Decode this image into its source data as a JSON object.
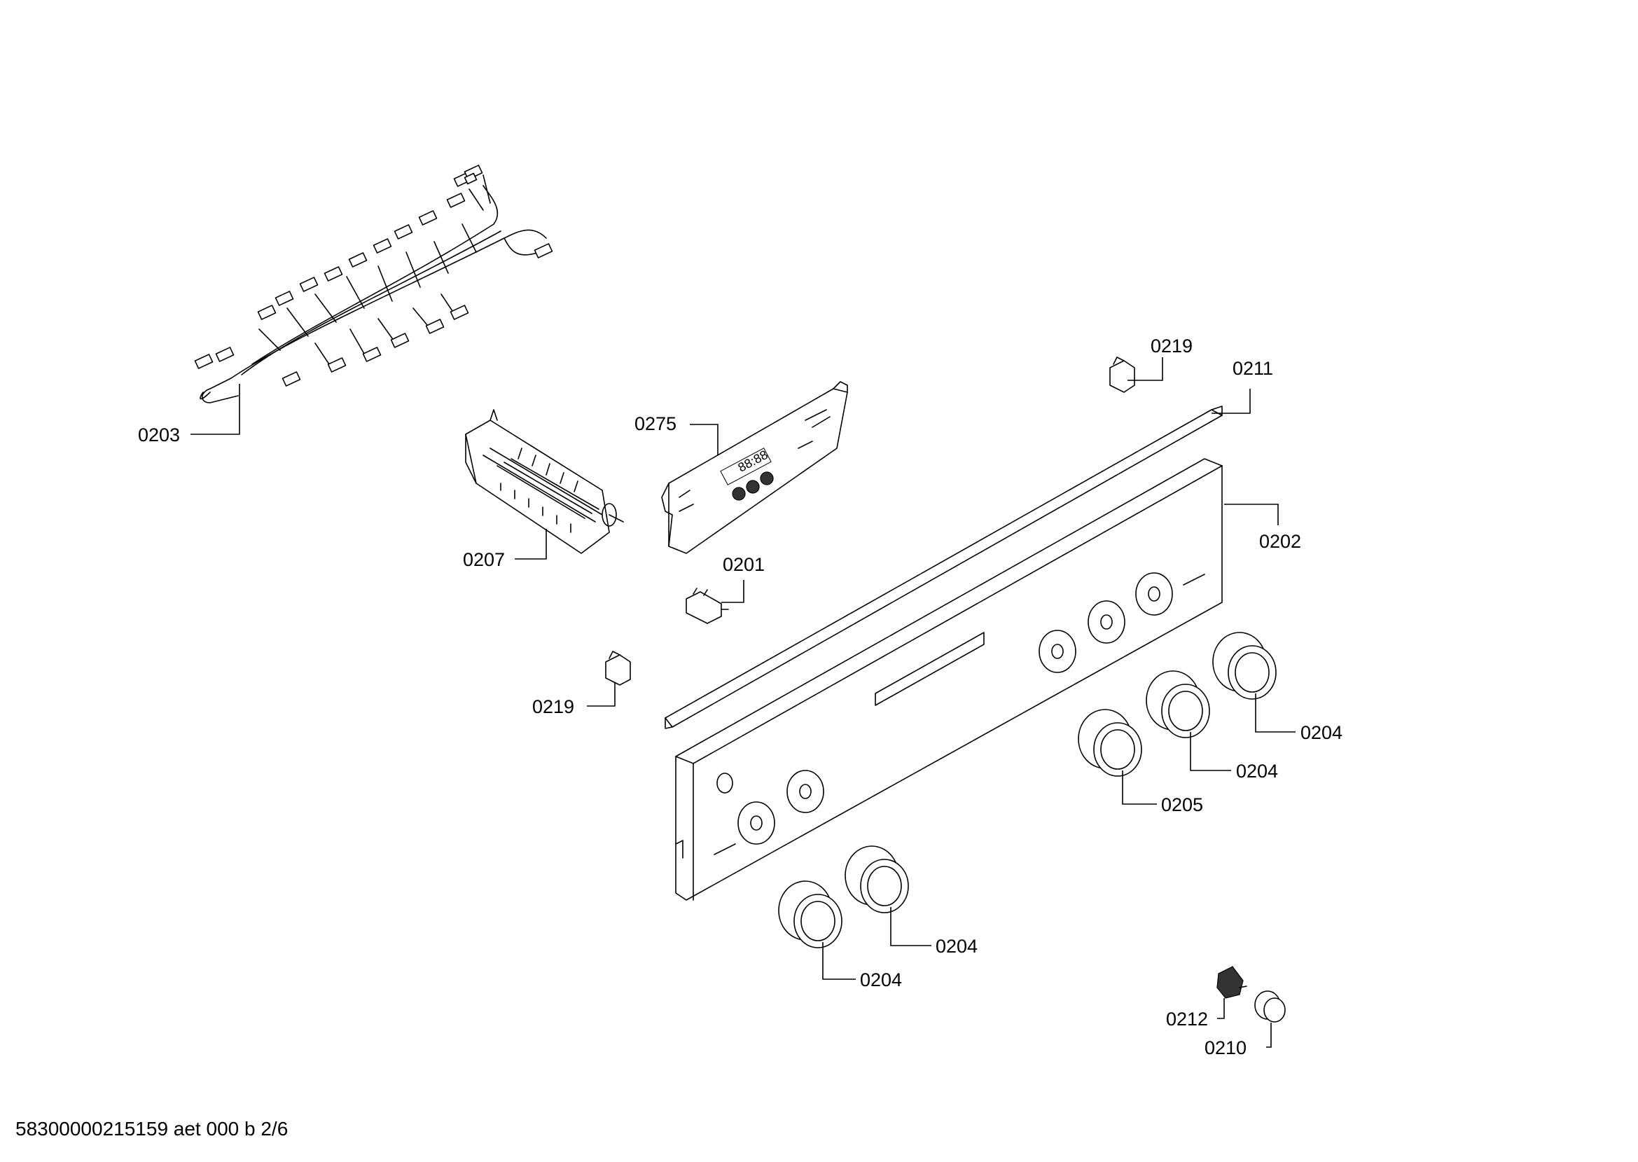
{
  "footer": {
    "document_id": "58300000215159 aet 000 b 2/6"
  },
  "callouts": [
    {
      "id": "c0219a",
      "label": "0219"
    },
    {
      "id": "c0211",
      "label": "0211"
    },
    {
      "id": "c0275",
      "label": "0275"
    },
    {
      "id": "c0203",
      "label": "0203"
    },
    {
      "id": "c0202",
      "label": "0202"
    },
    {
      "id": "c0207",
      "label": "0207"
    },
    {
      "id": "c0201",
      "label": "0201"
    },
    {
      "id": "c0219b",
      "label": "0219"
    },
    {
      "id": "c0204a",
      "label": "0204"
    },
    {
      "id": "c0204b",
      "label": "0204"
    },
    {
      "id": "c0205",
      "label": "0205"
    },
    {
      "id": "c0204c",
      "label": "0204"
    },
    {
      "id": "c0204d",
      "label": "0204"
    },
    {
      "id": "c0212",
      "label": "0212"
    },
    {
      "id": "c0210",
      "label": "0210"
    }
  ]
}
